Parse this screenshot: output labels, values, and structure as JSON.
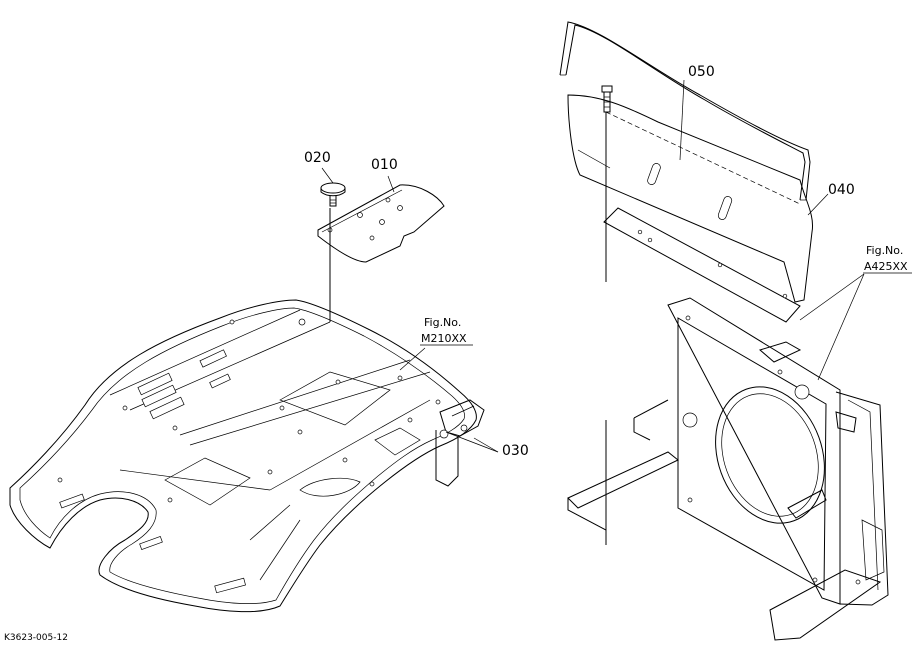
{
  "callouts": {
    "p010": "010",
    "p020": "020",
    "p030": "030",
    "p040": "040",
    "p050": "050"
  },
  "fig_refs": {
    "floor": {
      "label": "Fig.No.",
      "code": "M210XX"
    },
    "shroud": {
      "label": "Fig.No.",
      "code": "A425XX"
    }
  },
  "drawing_code": "K3623-005-12"
}
